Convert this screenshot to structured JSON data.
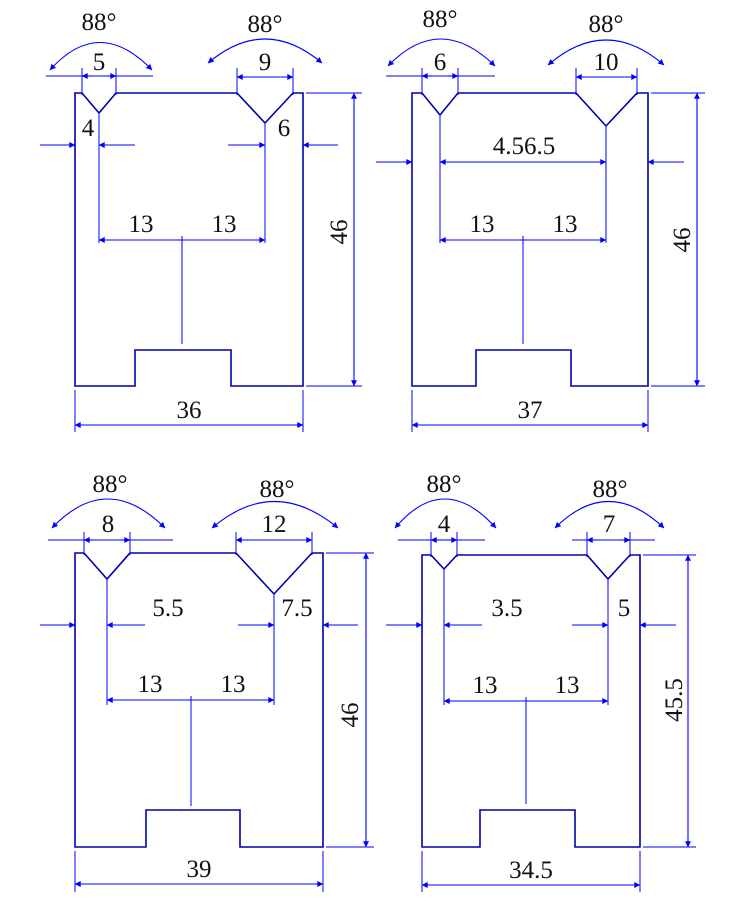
{
  "colors": {
    "part_outline": "#0000aa",
    "dimension_lines": "#0000ff",
    "text": "#111111",
    "background": "#ffffff"
  },
  "dies": [
    {
      "angle_left": "88°",
      "angle_right": "88°",
      "v_left": "5",
      "v_right": "9",
      "edge_left": "4",
      "edge_right": "6",
      "center_left": "13",
      "center_right": "13",
      "height": "46",
      "width": "36"
    },
    {
      "angle_left": "88°",
      "angle_right": "88°",
      "v_left": "6",
      "v_right": "10",
      "edge_combined": "4.56.5",
      "center_left": "13",
      "center_right": "13",
      "height": "46",
      "width": "37"
    },
    {
      "angle_left": "88°",
      "angle_right": "88°",
      "v_left": "8",
      "v_right": "12",
      "edge_left": "5.5",
      "edge_right": "7.5",
      "center_left": "13",
      "center_right": "13",
      "height": "46",
      "width": "39"
    },
    {
      "angle_left": "88°",
      "angle_right": "88°",
      "v_left": "4",
      "v_right": "7",
      "edge_left": "3.5",
      "edge_right": "5",
      "center_left": "13",
      "center_right": "13",
      "height": "45.5",
      "width": "34.5"
    }
  ]
}
